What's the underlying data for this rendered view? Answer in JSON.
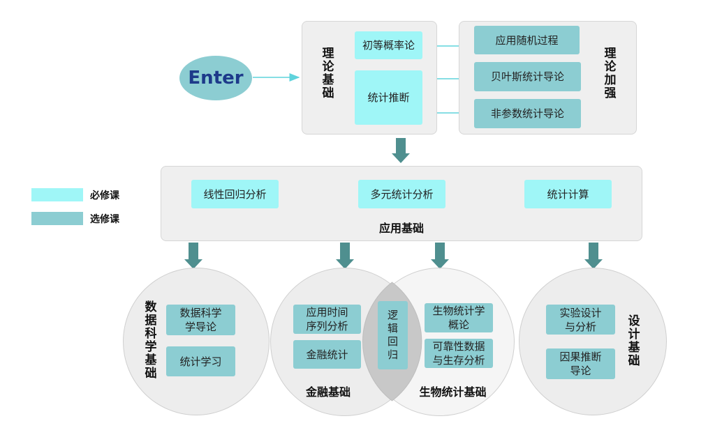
{
  "enter_label": "Enter",
  "theory": {
    "title": "理论基础",
    "courses": [
      "初等概率论",
      "统计推断"
    ]
  },
  "advanced": {
    "title": "理论加强",
    "courses": [
      "应用随机过程",
      "贝叶斯统计导论",
      "非参数统计导论"
    ]
  },
  "applied": {
    "title": "应用基础",
    "courses": [
      "线性回归分析",
      "多元统计分析",
      "统计计算"
    ]
  },
  "legend": {
    "required": "必修课",
    "elective": "选修课"
  },
  "data_science": {
    "title": "数据科学基础",
    "courses": [
      "数据科学学导论",
      "统计学习"
    ]
  },
  "finance": {
    "title": "金融基础",
    "courses": [
      "应用时间序列分析",
      "金融统计"
    ]
  },
  "shared": {
    "course": "逻辑回归"
  },
  "biostat": {
    "title": "生物统计基础",
    "courses": [
      "生物统计学概论",
      "可靠性数据与生存分析"
    ]
  },
  "design": {
    "title": "设计基础",
    "courses": [
      "实验设计与分析",
      "因果推断导论"
    ]
  },
  "colors": {
    "required": "#9ff6f7",
    "elective": "#8ccdd2",
    "panel": "#efefef",
    "enter": "#8ccdd2",
    "enter_text": "#1d3a8a",
    "arrow": "#4f8f8f",
    "line": "#5fd3dc"
  }
}
